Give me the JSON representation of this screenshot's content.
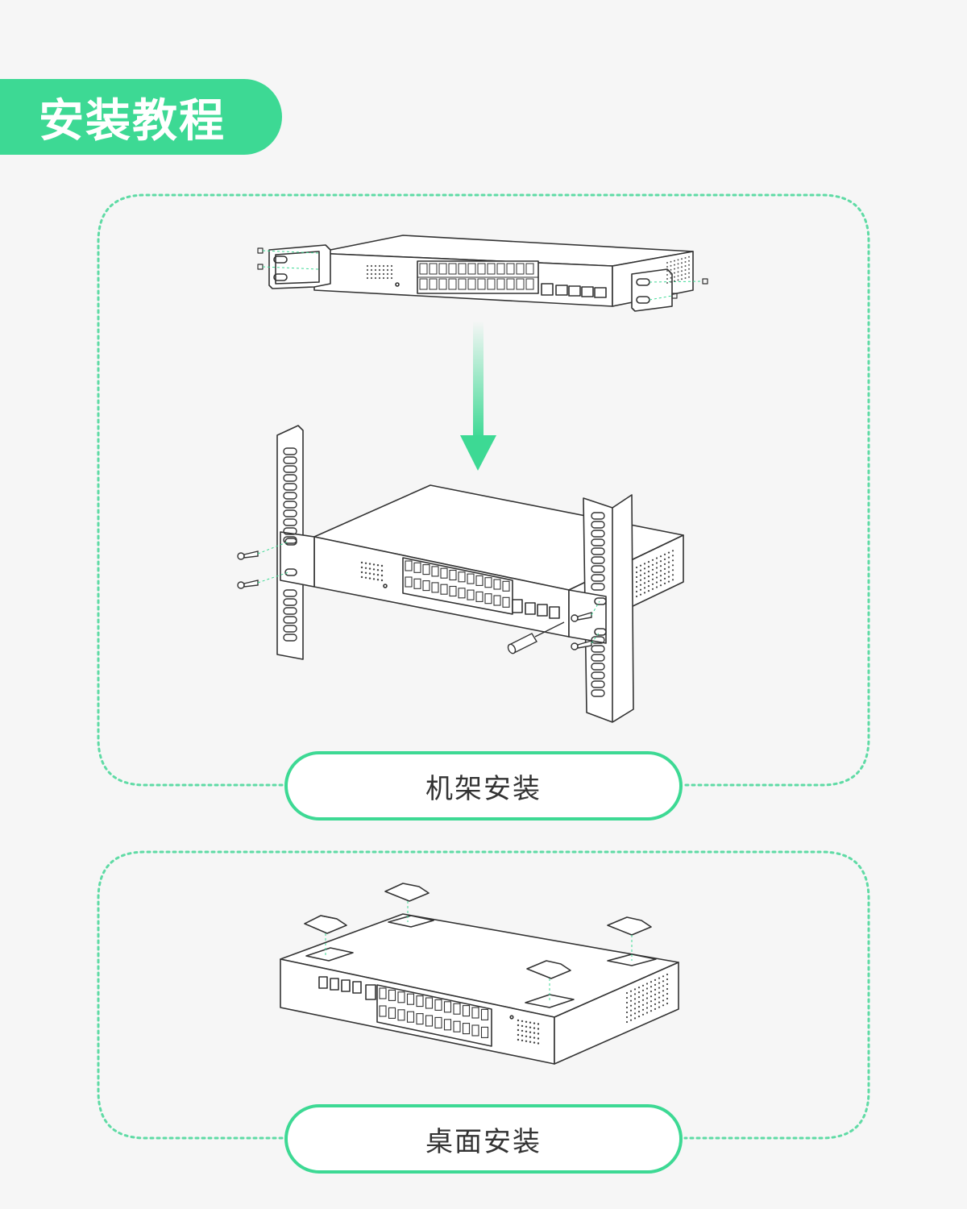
{
  "header": {
    "title": "安装教程"
  },
  "sections": [
    {
      "label": "机架安装"
    },
    {
      "label": "桌面安装"
    }
  ],
  "colors": {
    "accent": "#3dd994",
    "frame": "#5fdba5",
    "line": "#333333",
    "background": "#f6f6f6"
  },
  "icons": {
    "arrow": "down-arrow-icon",
    "screw": "screw-icon",
    "screwdriver": "screwdriver-icon"
  }
}
